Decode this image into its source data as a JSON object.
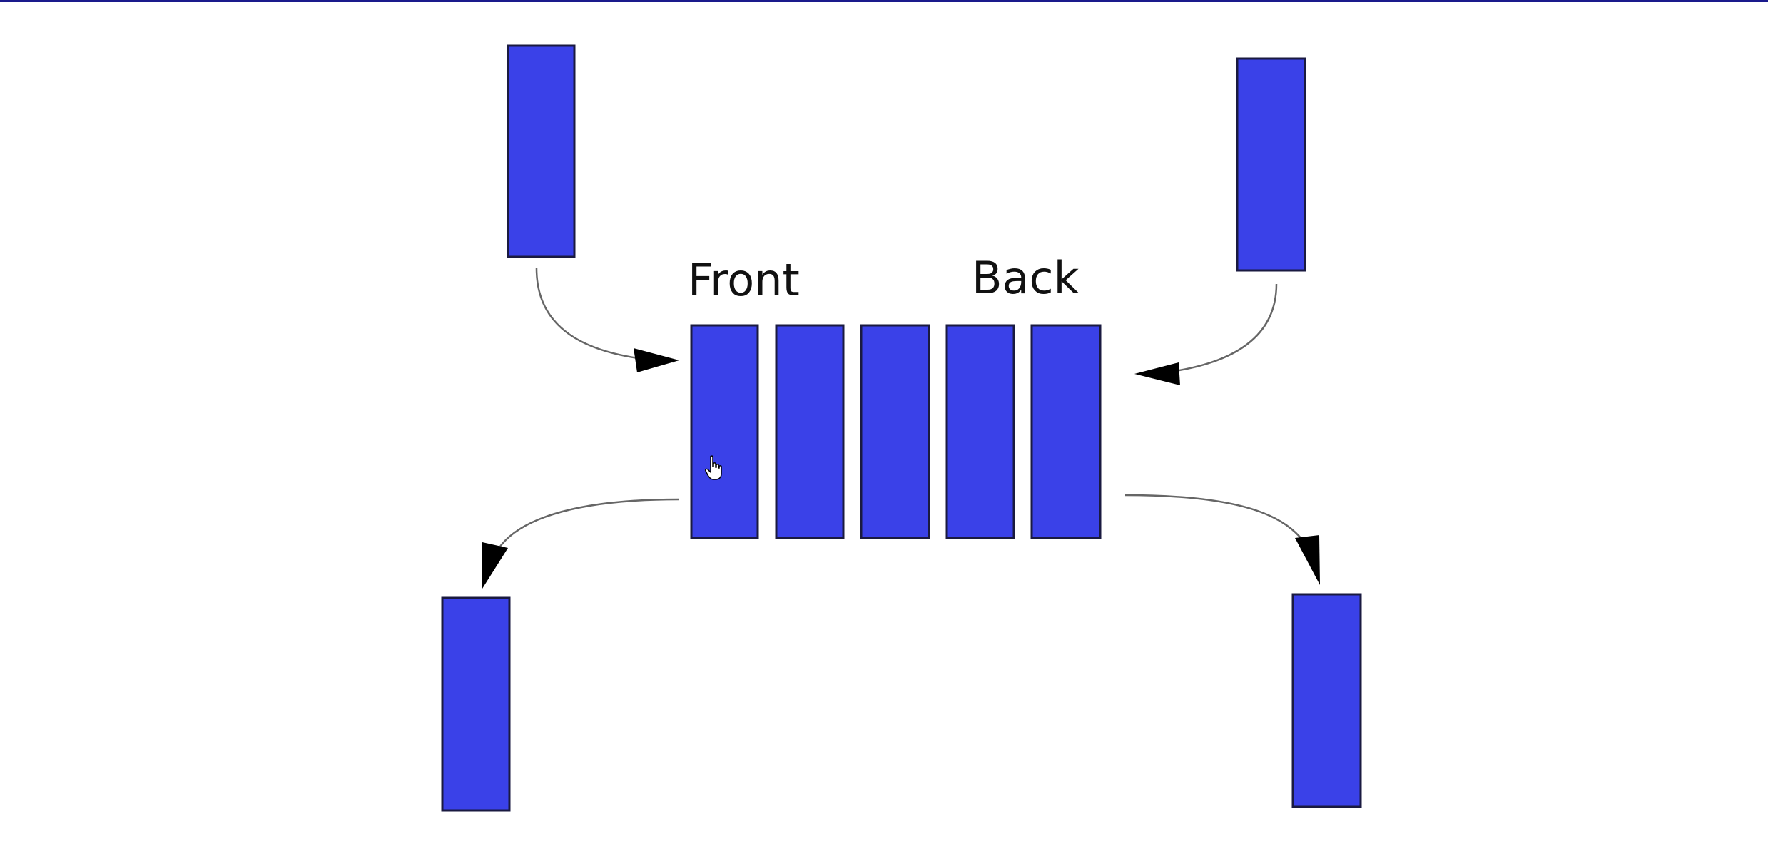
{
  "labels": {
    "front": "Front",
    "back": "Back"
  },
  "colors": {
    "block_fill": "#3a41e8",
    "block_stroke": "#1a1a40",
    "arrow": "#666666",
    "arrowhead": "#000000",
    "top_rule": "#1a1a8c"
  },
  "queue": {
    "item_count": 5
  },
  "icons": {
    "cursor": "hand-pointer-icon"
  }
}
